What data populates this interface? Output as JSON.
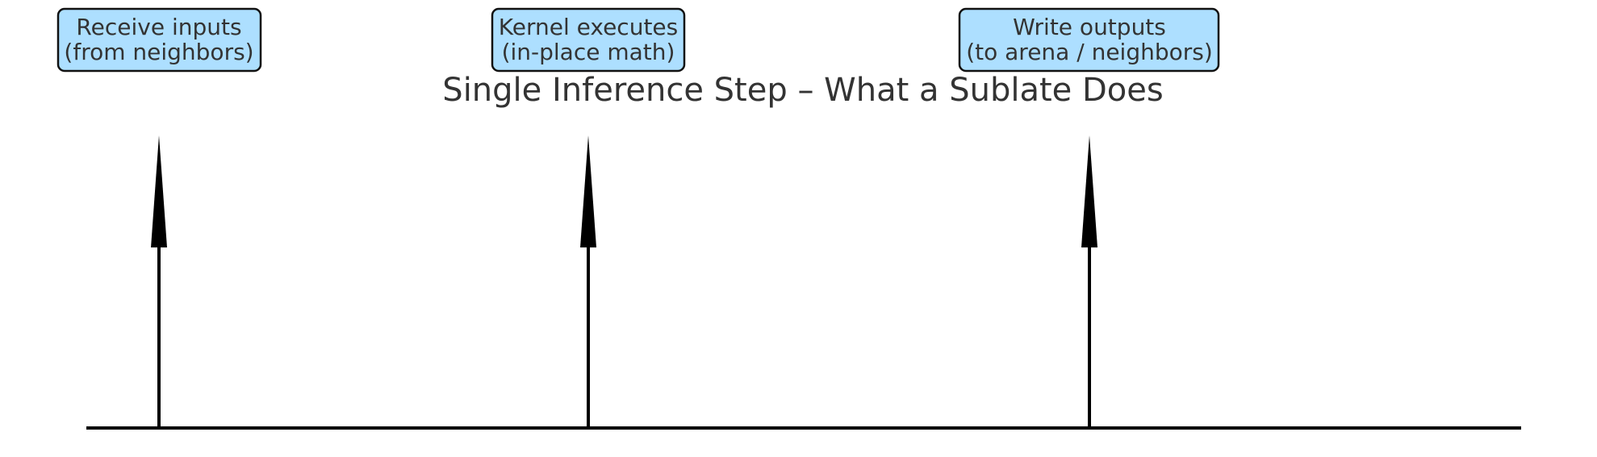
{
  "title": "Single Inference Step – What a Sublate Does",
  "box_fill": "#ADDFFF",
  "line_color": "#000000",
  "text_color": "#333333",
  "steps": [
    {
      "line1": "Receive inputs",
      "line2": "(from neighbors)"
    },
    {
      "line1": "Kernel executes",
      "line2": "(in-place math)"
    },
    {
      "line1": "Write outputs",
      "line2": "(to arena / neighbors)"
    }
  ]
}
